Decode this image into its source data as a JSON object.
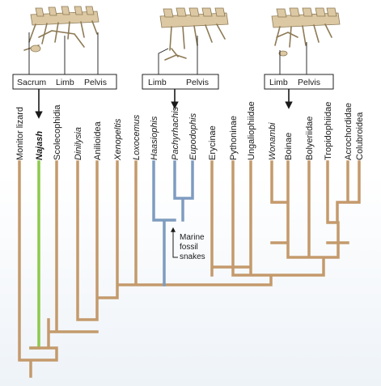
{
  "colors": {
    "tree": "#c49a6c",
    "marine": "#7e9cc0",
    "najash": "#8cc94b",
    "arrow": "#1a1a1a"
  },
  "skeletons": [
    {
      "name": "najash-skeleton",
      "labels": [
        "Sacrum",
        "Limb",
        "Pelvis"
      ]
    },
    {
      "name": "marine-skeleton",
      "labels": [
        "Limb",
        "Pelvis"
      ]
    },
    {
      "name": "boinae-skeleton",
      "labels": [
        "Limb",
        "Pelvis"
      ]
    }
  ],
  "taxa": [
    {
      "name": "Monitor lizard",
      "italic": false,
      "bold": false
    },
    {
      "name": "Najash",
      "italic": true,
      "bold": true
    },
    {
      "name": "Scolecophidia",
      "italic": false,
      "bold": false
    },
    {
      "name": "Dinilysia",
      "italic": true,
      "bold": false
    },
    {
      "name": "Anilioidea",
      "italic": false,
      "bold": false
    },
    {
      "name": "Xenopeltis",
      "italic": true,
      "bold": false
    },
    {
      "name": "Loxocemus",
      "italic": true,
      "bold": false
    },
    {
      "name": "Haasiophis",
      "italic": true,
      "bold": false
    },
    {
      "name": "Pachyrhachis",
      "italic": true,
      "bold": false
    },
    {
      "name": "Eupodophis",
      "italic": true,
      "bold": false
    },
    {
      "name": "Erycinae",
      "italic": false,
      "bold": false
    },
    {
      "name": "Pythoninae",
      "italic": false,
      "bold": false
    },
    {
      "name": "Ungaliophiidae",
      "italic": false,
      "bold": false
    },
    {
      "name": "Wonambi",
      "italic": true,
      "bold": false
    },
    {
      "name": "Boinae",
      "italic": false,
      "bold": false
    },
    {
      "name": "Bolyeriidae",
      "italic": false,
      "bold": false
    },
    {
      "name": "Tropidophiidae",
      "italic": false,
      "bold": false
    },
    {
      "name": "Acrochordidae",
      "italic": false,
      "bold": false
    },
    {
      "name": "Colubroidea",
      "italic": false,
      "bold": false
    }
  ],
  "annotation": {
    "lines": [
      "Marine",
      "fossil",
      "snakes"
    ]
  }
}
